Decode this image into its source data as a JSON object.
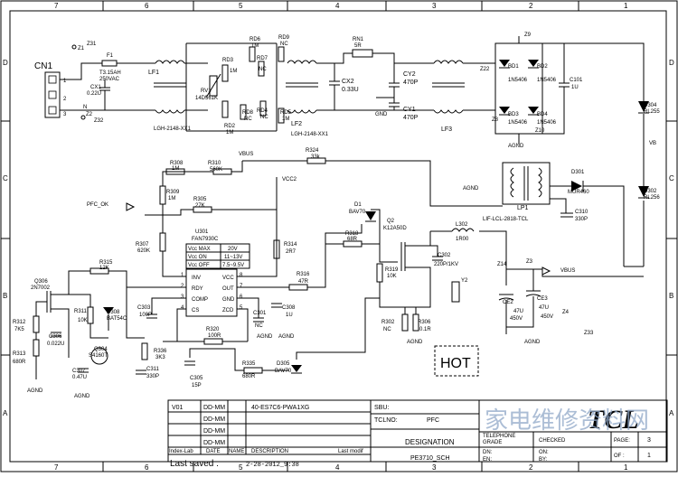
{
  "border": {
    "cols_top": [
      "7",
      "6",
      "5",
      "4",
      "3",
      "2",
      "1"
    ],
    "cols_bottom": [
      "7",
      "6",
      "5",
      "4",
      "3",
      "2",
      "1"
    ],
    "rows": [
      "D",
      "C",
      "B",
      "A"
    ]
  },
  "components": {
    "cn1": "CN1",
    "cn1_pins": [
      "1",
      "2",
      "3"
    ],
    "cn1_n": "N",
    "z1": "Z1",
    "z31": "Z31",
    "z2": "Z2",
    "z32": "Z32",
    "f1": "F1",
    "f1_val1": "T3.15AH",
    "f1_val2": "250VAC",
    "cx1": "CX1",
    "cx1_val": "0.22U",
    "lf1": "LF1",
    "lf1_part": "LGH-2148-XX1",
    "rv1": "RV1",
    "rv1_val": "14D561K",
    "rd3": "RD3",
    "rd3_val": "1M",
    "rd2": "RD2",
    "rd2_val": "1M",
    "rd6": "RD6",
    "rd6_val": "1M",
    "rd7": "RD7",
    "rd7_val": "NC",
    "rd8": "RD8",
    "rd8_val": "NC",
    "rd9": "RD9",
    "rd9_val": "NC",
    "rd4": "RD4",
    "rd4_val": "NC",
    "rd5": "RD5",
    "rd5_val": "1M",
    "lf2": "LF2",
    "lf2_part": "LGH-2148-XX1",
    "rn1": "RN1",
    "rn1_val": "5R",
    "cx2": "CX2",
    "cx2_val": "0.33U",
    "cy2": "CY2",
    "cy2_val": "470P",
    "cy1": "CY1",
    "cy1_val": "470P",
    "gnd": "GND",
    "lf3": "LF3",
    "z9": "Z9",
    "z22": "Z22",
    "z8": "Z8",
    "z10": "Z10",
    "bd1": "BD1",
    "bd1_val": "1N5406",
    "bd2": "BD2",
    "bd2_val": "1N5406",
    "bd3": "BD3",
    "bd3_val": "1N5406",
    "bd4": "BD4",
    "bd4_val": "1N5406",
    "c101": "C101",
    "c101_val": "1U",
    "agnd": "AGND",
    "d304": "D304",
    "d304_val": "RL255",
    "vb": "VB",
    "d302": "D302",
    "d302_val": "RL256",
    "d301": "D301",
    "d301_val": "MUR460",
    "lp1": "LP1",
    "lp1_part": "LIF-LCL-2818-TCL",
    "c310": "C310",
    "c310_val": "330P",
    "r308": "R308",
    "r308_val": "1M",
    "r310": "R310",
    "r310_val": "560K",
    "vbus": "VBUS",
    "r324": "R324",
    "r324_val": "33k",
    "vcc2": "VCC2",
    "r309": "R309",
    "r309_val": "1M",
    "pfc_ok": "PFC_OK",
    "r305": "R305",
    "r305_val": "27K",
    "u301": "U301",
    "u301_part": "FAN7930C",
    "vcc_table": [
      [
        "Vcc MAX",
        "20V"
      ],
      [
        "Vcc ON",
        "11~13V"
      ],
      [
        "Vcc OFF",
        "7.5~9.5V"
      ]
    ],
    "pins_left": [
      "INV",
      "RDY",
      "COMP",
      "CS"
    ],
    "pins_right": [
      "VCC",
      "OUT",
      "GND",
      "ZCD"
    ],
    "pin_nums_left": [
      "1",
      "2",
      "3",
      "4"
    ],
    "pin_nums_right": [
      "8",
      "7",
      "6",
      "5"
    ],
    "r307": "R307",
    "r307_val": "620K",
    "r314": "R314",
    "r314_val": "2R7",
    "r316": "R316",
    "r316_val": "47R",
    "d1": "D1",
    "d1_val": "BAV70",
    "q2": "Q2",
    "q2_val": "K12A50D",
    "l302": "L302",
    "l302_val": "1R00",
    "r318": "R318",
    "r318_val": "68R",
    "c302": "C302",
    "c302_val": "220P/1KV",
    "r319": "R319",
    "r319_val": "10K",
    "r302": "R302",
    "r302_val": "NC",
    "r306": "R306",
    "r306_val": "0.1R",
    "y2": "Y2",
    "z14": "Z14",
    "z3": "Z3",
    "z4": "Z4",
    "z33": "Z33",
    "ce2": "CE2",
    "ce2_val1": "47U",
    "ce2_val2": "450V",
    "ce3": "CE3",
    "ce3_val1": "47U",
    "ce3_val2": "450V",
    "q306": "Q306",
    "q306_val": "2N7002",
    "r315": "R315",
    "r315_val": "12K",
    "r311": "R311",
    "r311_val": "10K",
    "d308": "D308",
    "d308_val": "BAT54C",
    "c303": "C303",
    "c303_val": "100P",
    "c301": "C301",
    "c301_val": "NC",
    "c308": "C308",
    "c308_val": "1U",
    "r312": "R312",
    "r312_val": "7K5",
    "r313": "R313",
    "r313_val": "680R",
    "c306": "C306",
    "c306_val": "0.022U",
    "q304": "Q304",
    "q304_val": "S4160T",
    "c307": "C307",
    "c307_val": "0.47U",
    "r320": "R320",
    "r320_val": "100R",
    "r336": "R336",
    "r336_val": "3K3",
    "c311": "C311",
    "c311_val": "330P",
    "c305": "C305",
    "c305_val": "15P",
    "r335": "R335",
    "r335_val": "680R",
    "d305": "D305",
    "d305_val": "BAV70",
    "hot": "HOT"
  },
  "title_block": {
    "rev_rows": [
      [
        "V01",
        "DD-MM",
        "40-ES7C6-PWA1XG"
      ],
      [
        "",
        "DD-MM",
        ""
      ],
      [
        "",
        "DD-MM",
        ""
      ],
      [
        "",
        "DD-MM",
        ""
      ]
    ],
    "footer_cols": [
      "Index-Lab",
      "DATE",
      "NAME",
      "DESCRIPTION",
      "Last modif"
    ],
    "sbu": "SBU:",
    "tclno": "TCLNO:",
    "pfc": "PFC",
    "designation": "DESIGNATION",
    "sch_name": "PE3710_SCH",
    "last_saved": "Last saved :",
    "last_saved_val": "2-28-2012_9:38",
    "logo": "TCL",
    "watermark": "家电维修资料网",
    "telephone": "TELEPHONE",
    "grade": "GRADE",
    "checked": "CHECKED",
    "page": "PAGE:",
    "page_val": "3",
    "of": "OF :",
    "of_val": "1",
    "on": "ON:",
    "by": "BY:",
    "dn": "DN:",
    "en": "EN:"
  }
}
